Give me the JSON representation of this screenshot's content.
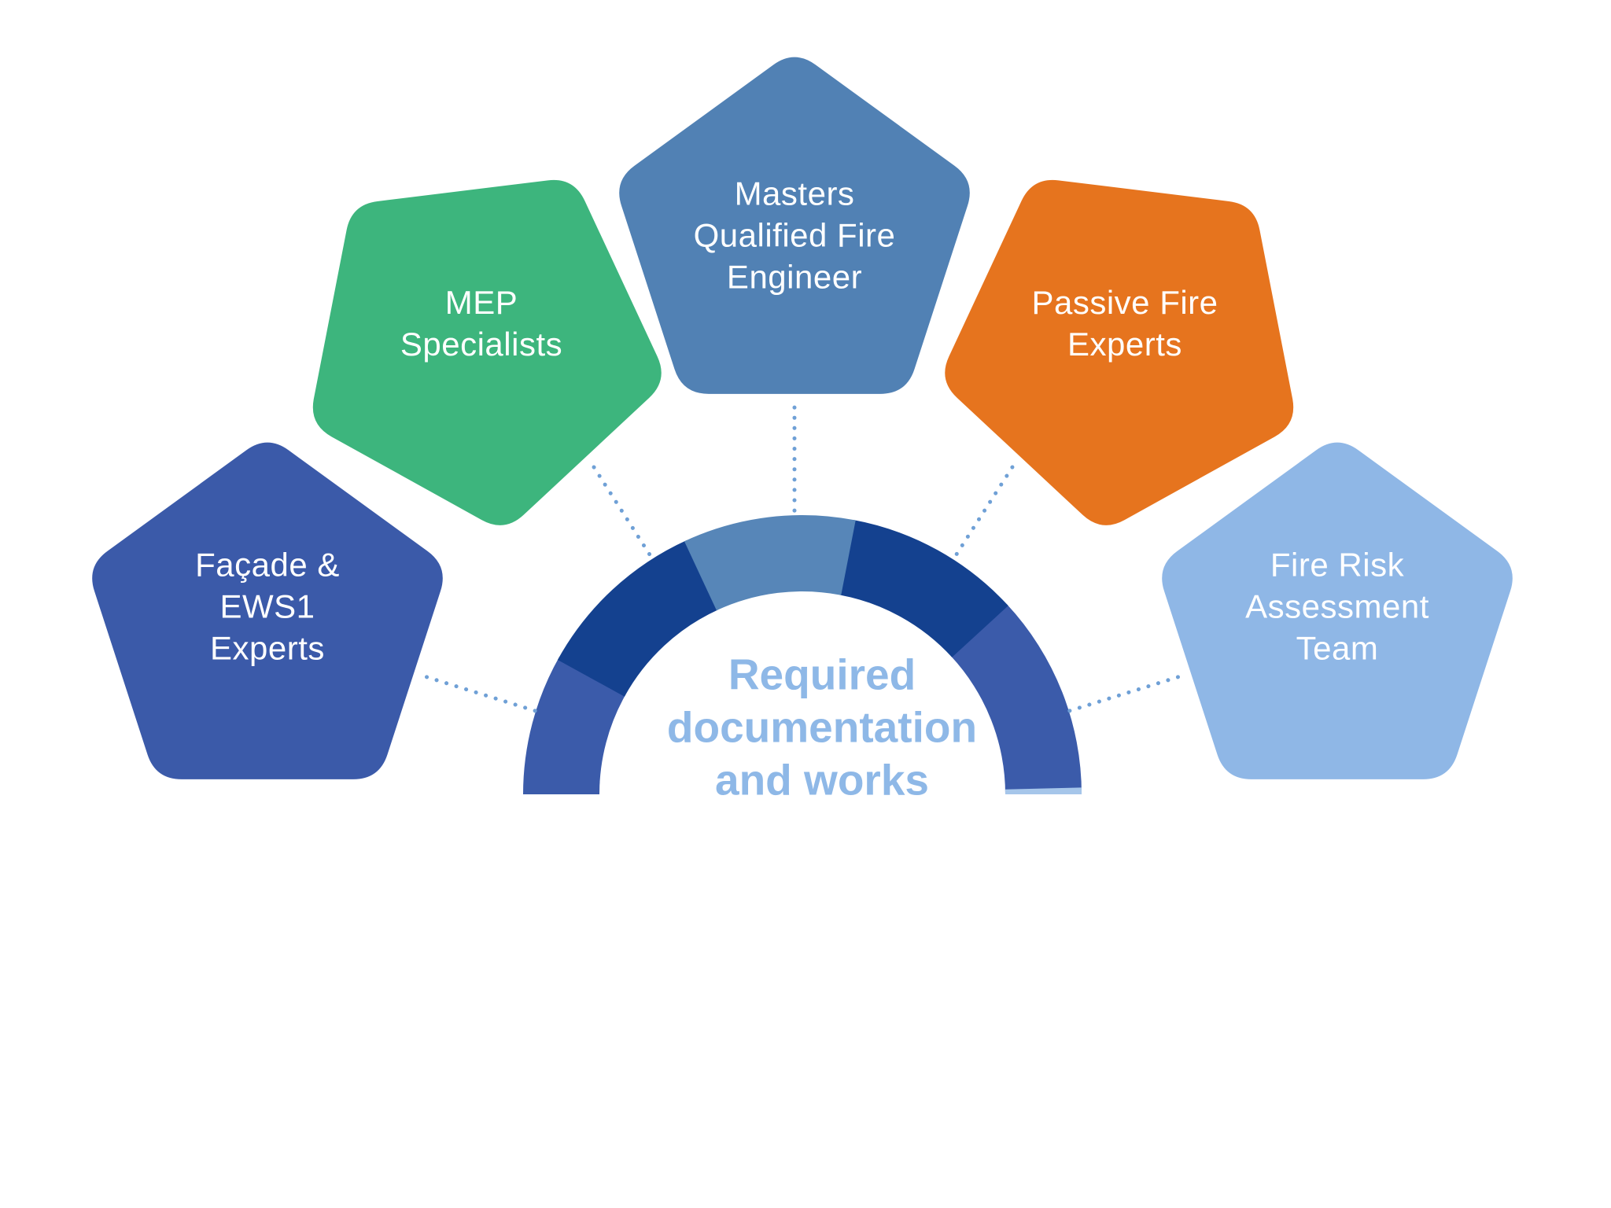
{
  "diagram": {
    "background": "#FFFFFF",
    "label_text_color": "#FFFFFF",
    "center": {
      "label": "Required\ndocumentation\nand works",
      "text_color": "#8EB8E7"
    },
    "nodes": [
      {
        "id": "facade-ews1",
        "label": "Façade &\nEWS1\nExperts",
        "color": "#3B5AA9"
      },
      {
        "id": "mep",
        "label": "MEP\nSpecialists",
        "color": "#3DB57D"
      },
      {
        "id": "fire-engineer",
        "label": "Masters\nQualified Fire\nEngineer",
        "color": "#5181B4"
      },
      {
        "id": "passive-fire",
        "label": "Passive Fire\nExperts",
        "color": "#E6741E"
      },
      {
        "id": "fire-risk",
        "label": "Fire Risk\nAssessment\nTeam",
        "color": "#8FB7E6"
      }
    ],
    "hub_arc_colors": {
      "legs": "#3B5BAA",
      "upper_segments": "#14418F",
      "top_segment": "#5786B8",
      "right_leg_sliver": "#A6C6EA"
    },
    "connector_color": "#6FA0D6"
  }
}
